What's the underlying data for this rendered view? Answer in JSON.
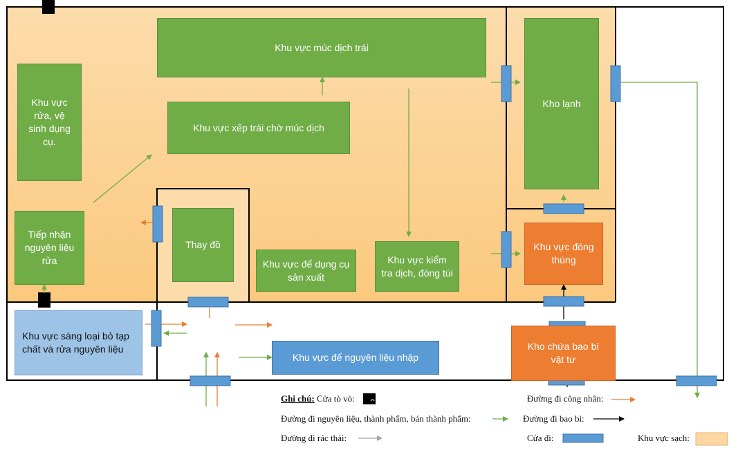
{
  "areas": {
    "muc_dich": "Khu vực múc dịch trái",
    "ve_sinh": "Khu vực rửa, vệ sinh dụng cụ.",
    "xep_trai": "Khu vực xếp trái chờ múc dịch",
    "kho_lanh": "Kho lạnh",
    "tiep_nhan": "Tiếp nhận nguyên liệu rửa",
    "thay_do": "Thay đồ",
    "dung_cu": "Khu vực để dụng cụ sản xuất",
    "kiem_tra": "Khu vực kiểm tra dịch, đóng túi",
    "dong_thung": "Khu vực đóng thùng",
    "sang_loai": "Khu vực sàng loại bỏ tạp chất và rửa nguyên liệu",
    "nguyen_lieu_nhap": "Khu vực để nguyên liệu nhập",
    "bao_bi": "Kho chứa bao bì vật tư"
  },
  "legend": {
    "title": "Ghi chú:",
    "cua_to_vo": "Cửa tò vò:",
    "cong_nhan": "Đường đi công nhân:",
    "nguyen_lieu": "Đường đi nguyên liệu, thành phẩm, bán thành phẩm:",
    "bao_bi": "Đường đi bao bì:",
    "rac_thai": "Đường đi rác thải:",
    "cua_di": "Cửa đi:",
    "khu_sach": "Khu vực sạch:"
  },
  "colors": {
    "clean_area": "#fdd7a2",
    "room_green": "#70ad47",
    "room_orange": "#ed7d31",
    "door_blue": "#5b9bd5",
    "input_blue": "#9dc3e6",
    "worker_path": "#ed7d31",
    "material_path": "#70ad47",
    "packaging_path": "#000000",
    "waste_path": "#a5a5a5"
  }
}
